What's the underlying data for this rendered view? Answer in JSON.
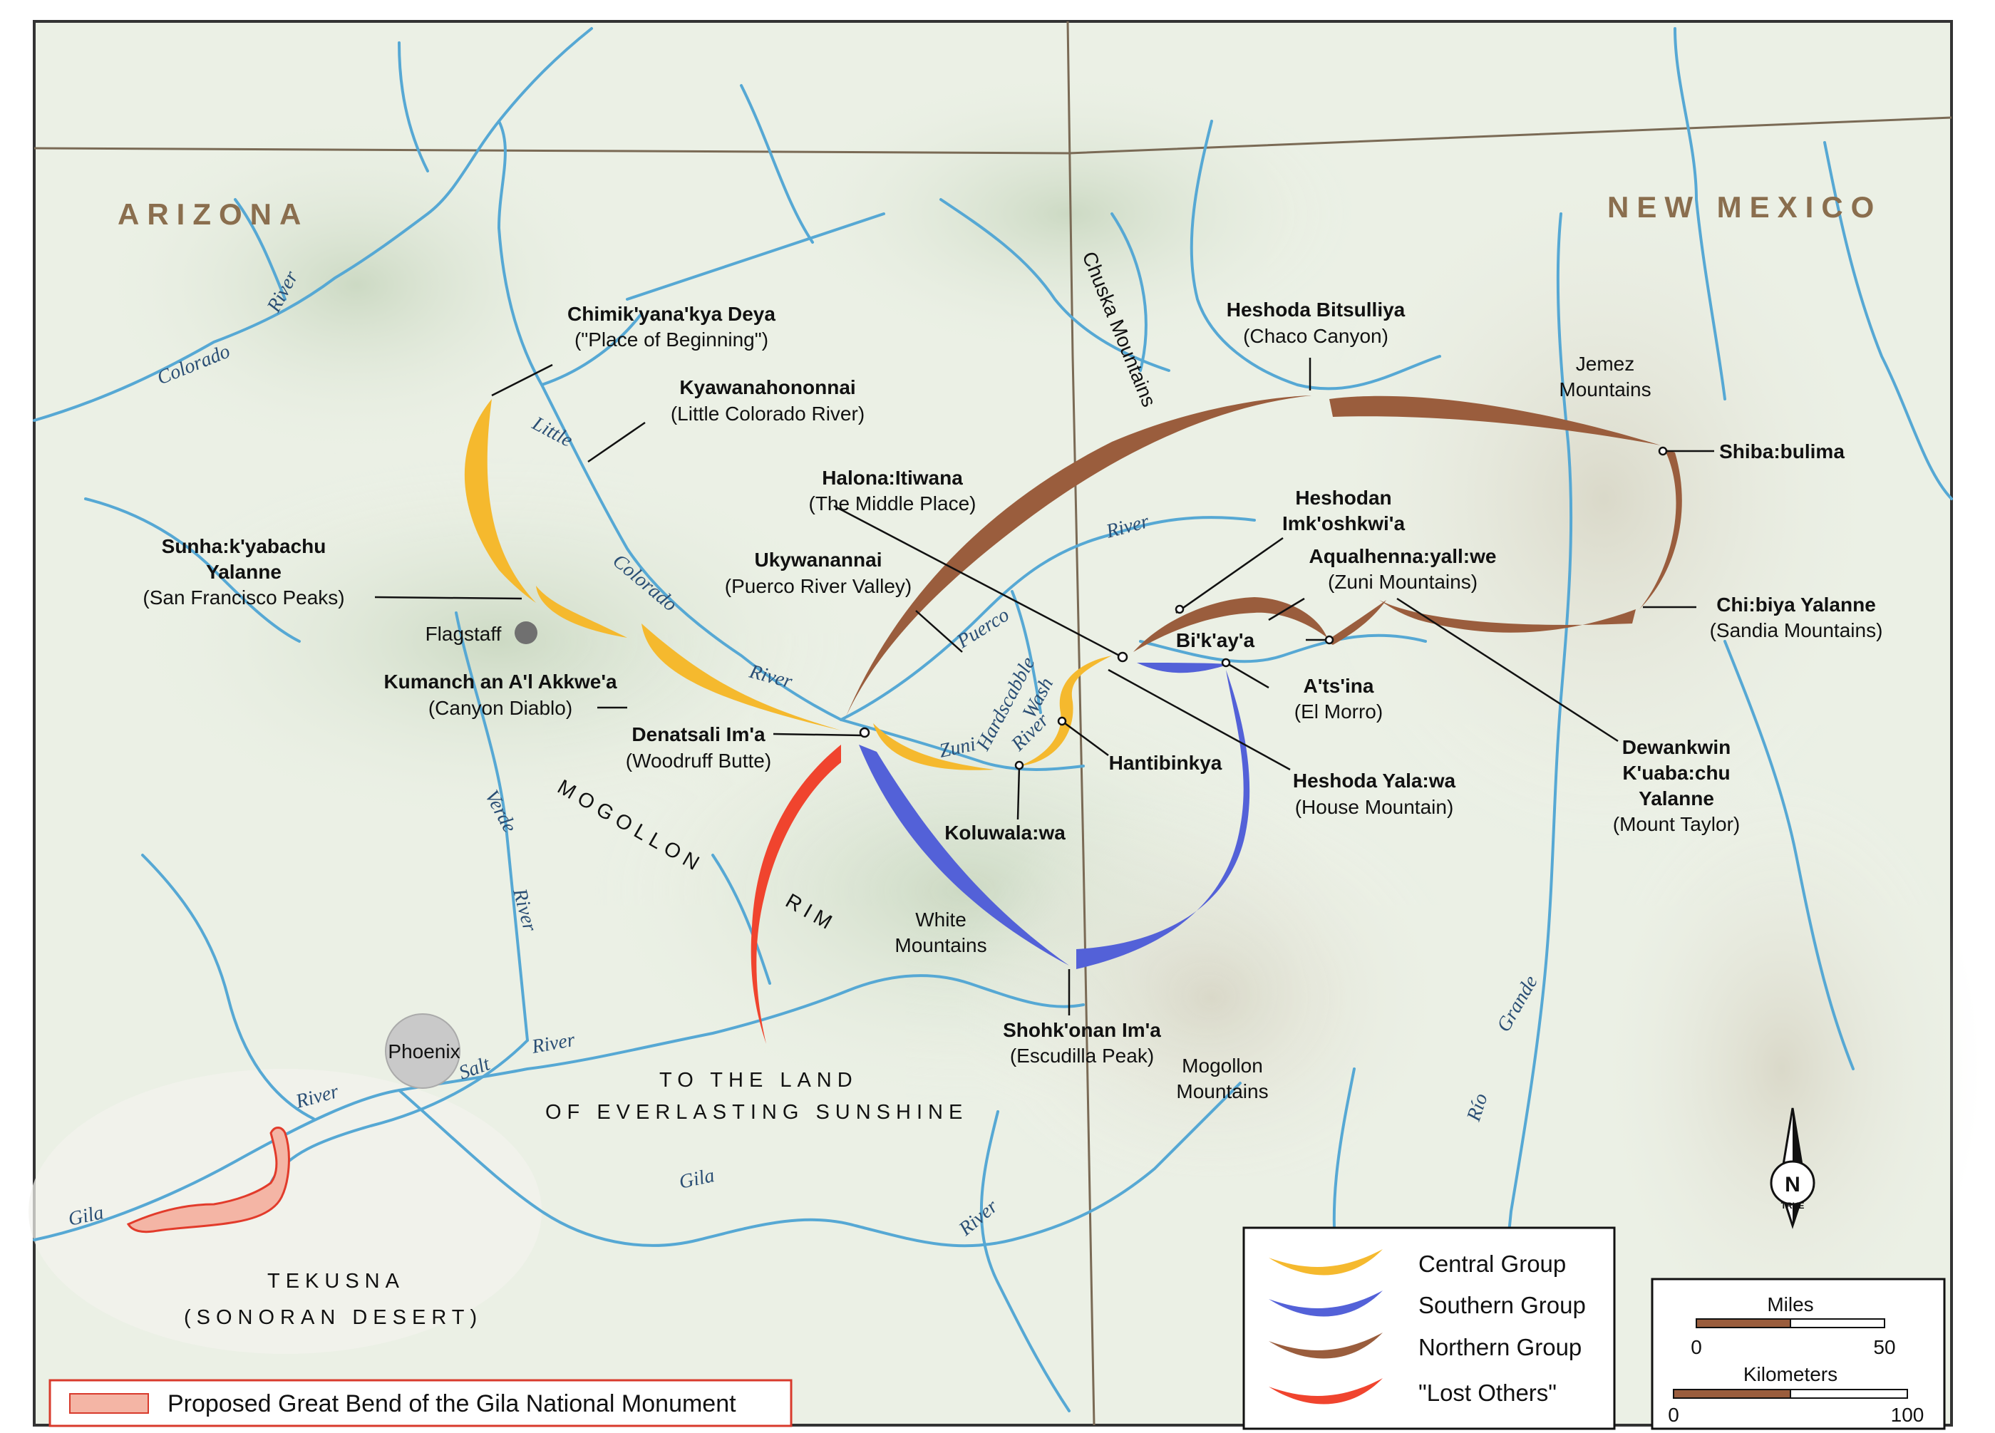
{
  "regions": {
    "arizona": "ARIZONA",
    "new_mexico": "NEW MEXICO",
    "mogollon": "MOGOLLON",
    "rim": "RIM",
    "tekusna": "TEKUSNA",
    "sonoran": "(SONORAN DESERT)",
    "to_land": "TO THE LAND",
    "everlasting": "OF EVERLASTING SUNSHINE"
  },
  "places": {
    "chimik_name": "Chimik'yana'kya Deya",
    "chimik_trans": "(\"Place of Beginning\")",
    "kyawa_name": "Kyawanahononnai",
    "kyawa_trans": "(Little Colorado River)",
    "halona_name": "Halona:Itiwana",
    "halona_trans": "(The Middle Place)",
    "sunha_name1": "Sunha:k'yabachu",
    "sunha_name2": "Yalanne",
    "sunha_trans": "(San Francisco Peaks)",
    "flagstaff": "Flagstaff",
    "ukywa_name": "Ukywanannai",
    "ukywa_trans": "(Puerco River Valley)",
    "kumanch_name": "Kumanch an A'l Akkwe'a",
    "kumanch_trans": "(Canyon Diablo)",
    "denatsali_name": "Denatsali Im'a",
    "denatsali_trans": "(Woodruff Butte)",
    "heshoda_bits_name": "Heshoda Bitsulliya",
    "heshoda_bits_trans": "(Chaco Canyon)",
    "jemez1": "Jemez",
    "jemez2": "Mountains",
    "shiba": "Shiba:bulima",
    "heshodan1": "Heshodan",
    "heshodan2": "Imk'oshkwi'a",
    "aqual_name": "Aqualhenna:yall:we",
    "aqual_trans": "(Zuni Mountains)",
    "chibiya_name": "Chi:biya Yalanne",
    "chibiya_trans": "(Sandia Mountains)",
    "bikaya": "Bi'k'ay'a",
    "atsina_name": "A'ts'ina",
    "atsina_trans": "(El Morro)",
    "hantibinkya": "Hantibinkya",
    "koluwala": "Koluwala:wa",
    "heshoda_yala_name": "Heshoda Yala:wa",
    "heshoda_yala_trans": "(House Mountain)",
    "dewankwin1": "Dewankwin",
    "dewankwin2": "K'uaba:chu",
    "dewankwin3": "Yalanne",
    "dewankwin_trans": "(Mount Taylor)",
    "white1": "White",
    "white2": "Mountains",
    "shohk_name": "Shohk'onan Im'a",
    "shohk_trans": "(Escudilla Peak)",
    "mogollon_mtn1": "Mogollon",
    "mogollon_mtn2": "Mountains",
    "phoenix": "Phoenix",
    "chuska": "Chuska Mountains"
  },
  "rivers": {
    "colorado_w": "Colorado",
    "river_w": "River",
    "little": "Little",
    "colorado_little": "Colorado",
    "river_little": "River",
    "river_puerco": "River",
    "puerco": "Puerco",
    "hardscabble": "Hardscabble",
    "wash": "Wash",
    "zuni": "Zuni",
    "river_zuni": "River",
    "verde": "Verde",
    "river_verde": "River",
    "salt": "Salt",
    "river_salt": "River",
    "river_gila_w": "River",
    "gila_w": "Gila",
    "gila_c": "Gila",
    "river_gila_c": "River",
    "rio": "Río",
    "grande": "Grande"
  },
  "legend": {
    "items": [
      {
        "label": "Central Group",
        "color": "#f5b92e"
      },
      {
        "label": "Southern Group",
        "color": "#5361d8"
      },
      {
        "label": "Northern Group",
        "color": "#9a5d3d"
      },
      {
        "label": "\"Lost Others\"",
        "color": "#f0442e"
      }
    ]
  },
  "monument": {
    "label": "Proposed Great Bend of the Gila National Monument",
    "color": "#f4b5a5"
  },
  "scale": {
    "miles": "Miles",
    "miles_0": "0",
    "miles_50": "50",
    "km": "Kilometers",
    "km_0": "0",
    "km_100": "100"
  },
  "north": {
    "n": "N",
    "true": "TRUE"
  },
  "colors": {
    "central": "#f5b92e",
    "southern": "#5361d8",
    "northern": "#9a5d3d",
    "lost": "#f0442e",
    "water": "#56a8d4",
    "land": "#e9efe3"
  }
}
